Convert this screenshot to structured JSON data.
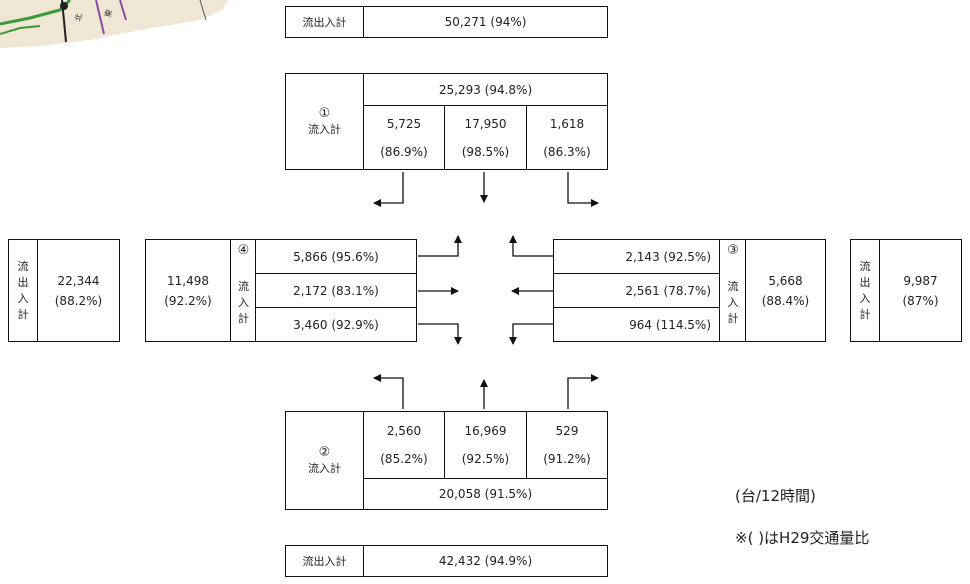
{
  "top": {
    "outflow_label": "流出入計",
    "outflow_total": "50,271 (94%)",
    "symbol": "①",
    "inflow_label": "流入計",
    "inflow_total": "25,293 (94.8%)",
    "movements": [
      {
        "value": "5,725",
        "ratio": "(86.9%)"
      },
      {
        "value": "17,950",
        "ratio": "(98.5%)"
      },
      {
        "value": "1,618",
        "ratio": "(86.3%)"
      }
    ]
  },
  "bottom": {
    "outflow_label": "流出入計",
    "outflow_total": "42,432 (94.9%)",
    "symbol": "②",
    "inflow_label": "流入計",
    "inflow_total": "20,058 (91.5%)",
    "movements": [
      {
        "value": "2,560",
        "ratio": "(85.2%)"
      },
      {
        "value": "16,969",
        "ratio": "(92.5%)"
      },
      {
        "value": "529",
        "ratio": "(91.2%)"
      }
    ]
  },
  "left": {
    "outflow_label_chars": [
      "流",
      "出",
      "入",
      "計"
    ],
    "outflow_total": "22,344",
    "outflow_ratio": "(88.2%)",
    "inflow_total": "11,498",
    "inflow_ratio": "(92.2%)",
    "symbol": "④",
    "inflow_label_chars": [
      "流",
      "入",
      "計"
    ],
    "movements": [
      "5,866 (95.6%)",
      "2,172 (83.1%)",
      "3,460 (92.9%)"
    ]
  },
  "right": {
    "outflow_label_chars": [
      "流",
      "出",
      "入",
      "計"
    ],
    "outflow_total": "9,987",
    "outflow_ratio": "(87%)",
    "inflow_total": "5,668",
    "inflow_ratio": "(88.4%)",
    "symbol": "③",
    "inflow_label_chars": [
      "流",
      "入",
      "計"
    ],
    "movements": [
      "2,143 (92.5%)",
      "2,561 (78.7%)",
      "964 (114.5%)"
    ]
  },
  "notes": {
    "unit": "(台/12時間)",
    "legend": "※( )はH29交通量比"
  },
  "colors": {
    "line": "#111111",
    "map_green": "#3a9a3a",
    "map_purple": "#8a4aa8",
    "map_road": "#e8d9c0"
  }
}
